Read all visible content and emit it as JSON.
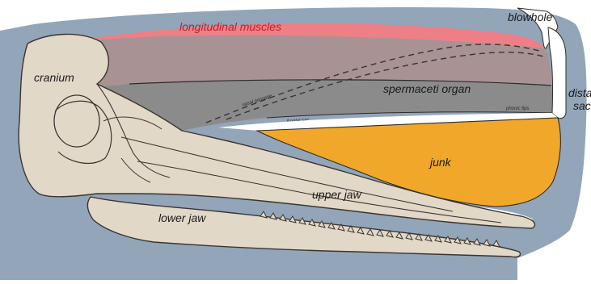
{
  "diagram": {
    "labels": {
      "longitudinal_muscles": "longitudinal muscles",
      "blowhole": "blowhole",
      "cranium": "cranium",
      "spermaceti_organ": "spermaceti organ",
      "distal_sac": "distal sac",
      "junk": "junk",
      "upper_jaw": "upper jaw",
      "lower_jaw": "lower jaw"
    },
    "colors": {
      "head_outline": "#93a5b8",
      "longitudinal_muscles": "#ee7f86",
      "upper_tissue": "#a89294",
      "spermaceti_organ": "#8b8b8b",
      "junk": "#f0a72a",
      "bone": "#e2d8c8",
      "bone_stroke": "#3b3530"
    }
  }
}
